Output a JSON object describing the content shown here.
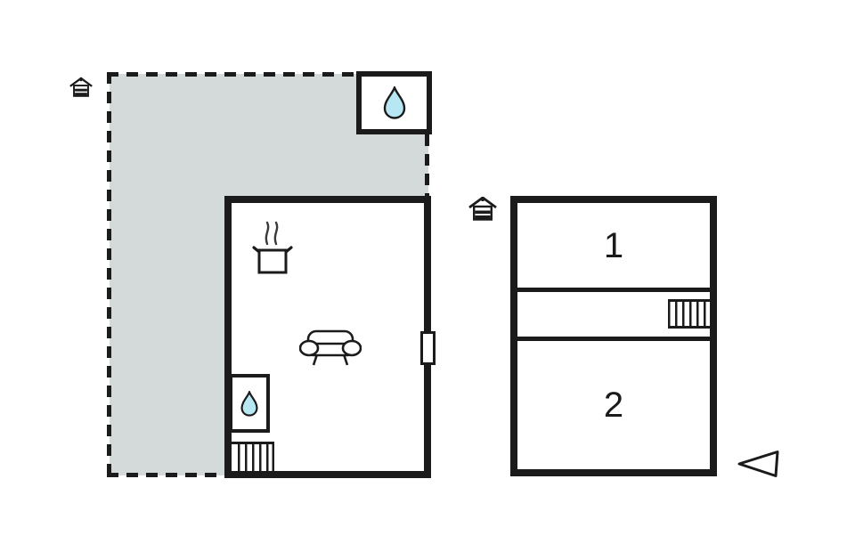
{
  "page": {
    "background": "#ffffff"
  },
  "palette": {
    "background": "#ffffff",
    "wall": "#1b1b1b",
    "terrace_fill": "#d3dad9",
    "water_drop_fill": "#b7e7f3",
    "label": "#1b1b1b"
  },
  "ground_floor": {
    "entrance_icon": "house-icon",
    "terrace_area": "open-terrace",
    "top_bathroom_icon": "water-drop-icon",
    "kitchen_icon": "cooking-pot-icon",
    "living_icon": "sofa-icon",
    "ensuite_icon": "water-drop-icon",
    "stairs_icon": "stairs-icon",
    "window_icon": "window-marker"
  },
  "upper_floor": {
    "entrance_icon": "house-icon",
    "rooms": [
      {
        "label": "1"
      },
      {
        "label": "2"
      }
    ],
    "stairs_icon": "stairs-icon",
    "direction_icon": "triangle-left-icon"
  }
}
